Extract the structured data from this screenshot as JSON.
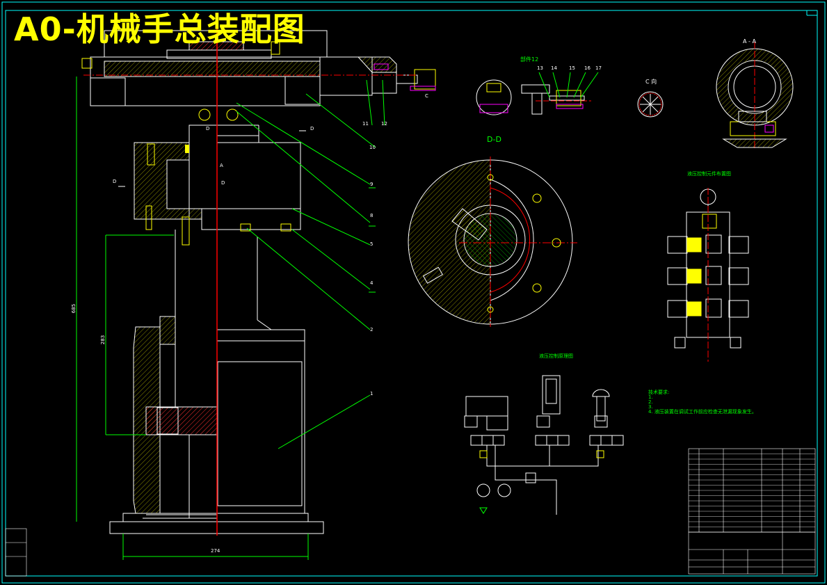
{
  "title": "A0-机械手总装配图",
  "views": {
    "section_dd": "D-D",
    "view_aa": "A - A",
    "view_c": "C 向",
    "part12": "部件12",
    "hydraulic_layout": "液压控制元件布置图",
    "hydraulic_schematic": "液压控制原理图"
  },
  "section_marks": {
    "d": "D",
    "a": "A",
    "c": "C"
  },
  "balloons": [
    "11",
    "12",
    "10",
    "9",
    "8",
    "5",
    "4",
    "2",
    "1",
    "13",
    "14",
    "15",
    "16",
    "17"
  ],
  "dimensions": {
    "height_total": "685",
    "height_inner": "283",
    "width_base": "274"
  },
  "notes": {
    "heading": "技术要求:",
    "items": [
      "1.",
      "2.",
      "3.",
      "4. 液压装置在调试工作前应检查无泄漏现象发生。"
    ]
  },
  "colors": {
    "background": "#000000",
    "frame": "#00ffff",
    "outline": "#ffffff",
    "centerline": "#ff0000",
    "hatch": "#ffff00",
    "leader": "#00ff00",
    "highlight": "#ff00ff"
  }
}
